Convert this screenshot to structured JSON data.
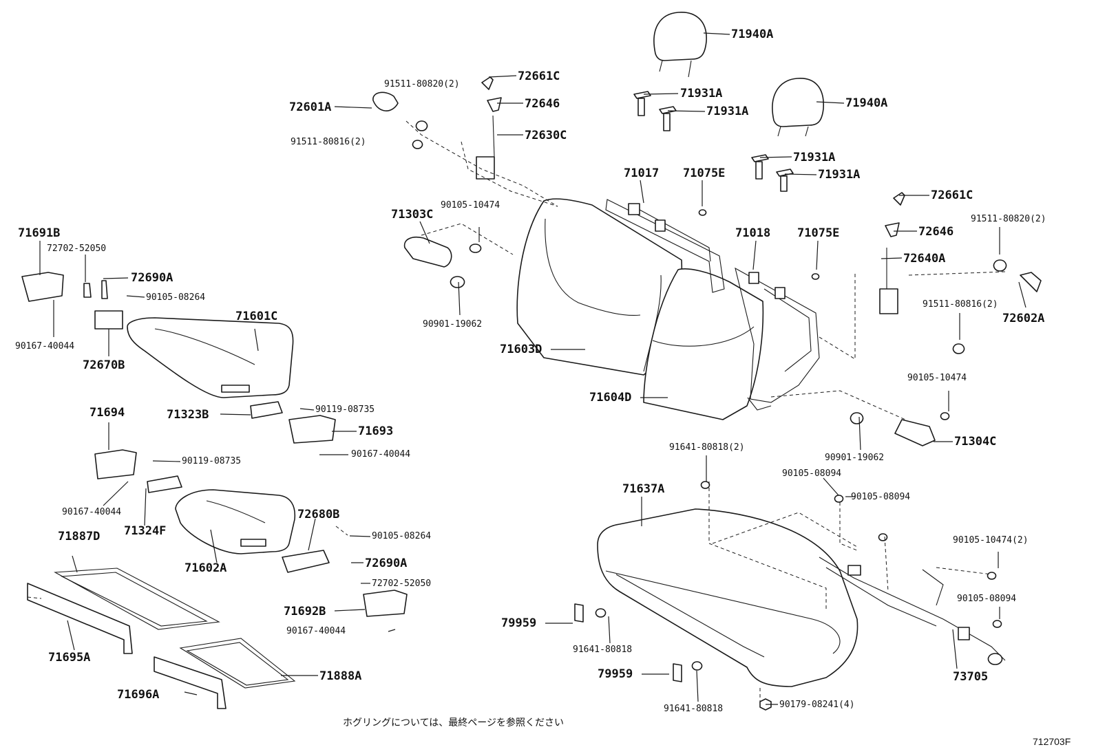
{
  "diagram": {
    "note": "ホグリングについては、最終ページを参照ください",
    "figure_code": "712703F"
  },
  "labels": [
    {
      "id": "l01",
      "text": "71940A",
      "size": "lg"
    },
    {
      "id": "l02",
      "text": "71931A",
      "size": "lg"
    },
    {
      "id": "l03",
      "text": "71931A",
      "size": "lg"
    },
    {
      "id": "l04",
      "text": "71940A",
      "size": "lg"
    },
    {
      "id": "l05",
      "text": "71931A",
      "size": "lg"
    },
    {
      "id": "l06",
      "text": "71931A",
      "size": "lg"
    },
    {
      "id": "l07",
      "text": "72661C",
      "size": "lg"
    },
    {
      "id": "l08",
      "text": "91511-80820(2)",
      "size": "sm"
    },
    {
      "id": "l09",
      "text": "72601A",
      "size": "lg"
    },
    {
      "id": "l10",
      "text": "72646",
      "size": "lg"
    },
    {
      "id": "l11",
      "text": "91511-80816(2)",
      "size": "sm"
    },
    {
      "id": "l12",
      "text": "72630C",
      "size": "lg"
    },
    {
      "id": "l13",
      "text": "71017",
      "size": "lg"
    },
    {
      "id": "l14",
      "text": "71075E",
      "size": "lg"
    },
    {
      "id": "l15",
      "text": "72661C",
      "size": "lg"
    },
    {
      "id": "l16",
      "text": "72646",
      "size": "lg"
    },
    {
      "id": "l17",
      "text": "91511-80820(2)",
      "size": "sm"
    },
    {
      "id": "l18",
      "text": "71018",
      "size": "lg"
    },
    {
      "id": "l19",
      "text": "71075E",
      "size": "lg"
    },
    {
      "id": "l20",
      "text": "72640A",
      "size": "lg"
    },
    {
      "id": "l21",
      "text": "91511-80816(2)",
      "size": "sm"
    },
    {
      "id": "l22",
      "text": "72602A",
      "size": "lg"
    },
    {
      "id": "l23",
      "text": "71303C",
      "size": "lg"
    },
    {
      "id": "l24",
      "text": "90105-10474",
      "size": "sm"
    },
    {
      "id": "l25",
      "text": "90901-19062",
      "size": "sm"
    },
    {
      "id": "l26",
      "text": "71603D",
      "size": "lg"
    },
    {
      "id": "l27",
      "text": "71604D",
      "size": "lg"
    },
    {
      "id": "l28",
      "text": "71691B",
      "size": "lg"
    },
    {
      "id": "l29",
      "text": "72702-52050",
      "size": "sm"
    },
    {
      "id": "l30",
      "text": "72690A",
      "size": "lg"
    },
    {
      "id": "l31",
      "text": "90105-08264",
      "size": "sm"
    },
    {
      "id": "l32",
      "text": "90167-40044",
      "size": "sm"
    },
    {
      "id": "l33",
      "text": "72670B",
      "size": "lg"
    },
    {
      "id": "l34",
      "text": "71601C",
      "size": "lg"
    },
    {
      "id": "l35",
      "text": "71694",
      "size": "lg"
    },
    {
      "id": "l36",
      "text": "71323B",
      "size": "lg"
    },
    {
      "id": "l37",
      "text": "90119-08735",
      "size": "sm"
    },
    {
      "id": "l38",
      "text": "71693",
      "size": "lg"
    },
    {
      "id": "l39",
      "text": "90167-40044",
      "size": "sm"
    },
    {
      "id": "l40",
      "text": "90119-08735",
      "size": "sm"
    },
    {
      "id": "l41",
      "text": "90167-40044",
      "size": "sm"
    },
    {
      "id": "l42",
      "text": "71324F",
      "size": "lg"
    },
    {
      "id": "l43",
      "text": "72680B",
      "size": "lg"
    },
    {
      "id": "l44",
      "text": "90105-08264",
      "size": "sm"
    },
    {
      "id": "l45",
      "text": "71887D",
      "size": "lg"
    },
    {
      "id": "l46",
      "text": "71602A",
      "size": "lg"
    },
    {
      "id": "l47",
      "text": "72690A",
      "size": "lg"
    },
    {
      "id": "l48",
      "text": "72702-52050",
      "size": "sm"
    },
    {
      "id": "l49",
      "text": "71692B",
      "size": "lg"
    },
    {
      "id": "l50",
      "text": "90167-40044",
      "size": "sm"
    },
    {
      "id": "l51",
      "text": "71695A",
      "size": "lg"
    },
    {
      "id": "l52",
      "text": "71888A",
      "size": "lg"
    },
    {
      "id": "l53",
      "text": "71696A",
      "size": "lg"
    },
    {
      "id": "l54",
      "text": "90105-10474",
      "size": "sm"
    },
    {
      "id": "l55",
      "text": "71304C",
      "size": "lg"
    },
    {
      "id": "l56",
      "text": "90901-19062",
      "size": "sm"
    },
    {
      "id": "l57",
      "text": "91641-80818(2)",
      "size": "sm"
    },
    {
      "id": "l58",
      "text": "90105-08094",
      "size": "sm"
    },
    {
      "id": "l59",
      "text": "90105-08094",
      "size": "sm"
    },
    {
      "id": "l60",
      "text": "71637A",
      "size": "lg"
    },
    {
      "id": "l61",
      "text": "90105-10474(2)",
      "size": "sm"
    },
    {
      "id": "l62",
      "text": "90105-08094",
      "size": "sm"
    },
    {
      "id": "l63",
      "text": "79959",
      "size": "lg"
    },
    {
      "id": "l64",
      "text": "91641-80818",
      "size": "sm"
    },
    {
      "id": "l65",
      "text": "79959",
      "size": "lg"
    },
    {
      "id": "l66",
      "text": "91641-80818",
      "size": "sm"
    },
    {
      "id": "l67",
      "text": "90179-08241(4)",
      "size": "sm"
    },
    {
      "id": "l68",
      "text": "73705",
      "size": "lg"
    }
  ]
}
